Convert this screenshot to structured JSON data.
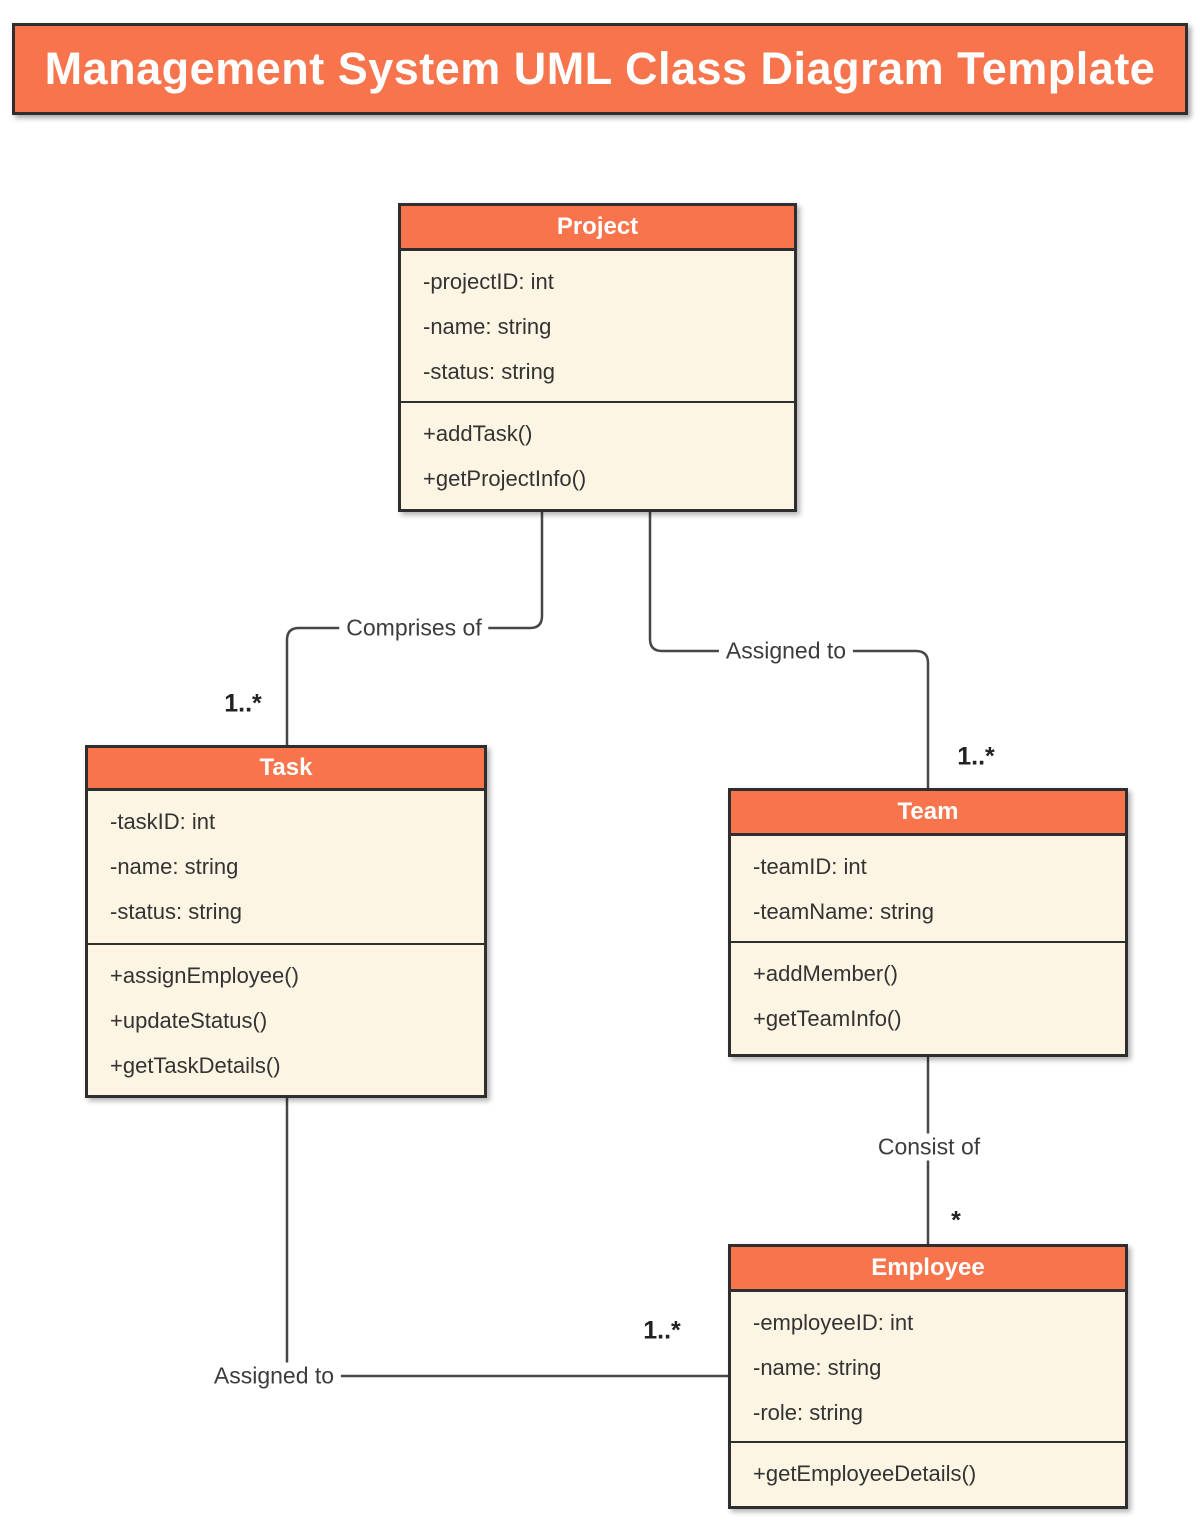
{
  "title": "Management System UML Class Diagram Template",
  "colors": {
    "accent_orange": "#F7744C",
    "class_body_cream": "#FCF5E3",
    "border_dark": "#2E2E2E",
    "connector_gray": "#474747",
    "text_dark": "#333333"
  },
  "classes": {
    "project": {
      "name": "Project",
      "attributes": [
        "-projectID: int",
        "-name: string",
        "-status: string"
      ],
      "methods": [
        "+addTask()",
        "+getProjectInfo()"
      ]
    },
    "task": {
      "name": "Task",
      "attributes": [
        "-taskID: int",
        "-name: string",
        "-status: string"
      ],
      "methods": [
        "+assignEmployee()",
        "+updateStatus()",
        "+getTaskDetails()"
      ]
    },
    "team": {
      "name": "Team",
      "attributes": [
        "-teamID: int",
        "-teamName: string"
      ],
      "methods": [
        "+addMember()",
        "+getTeamInfo()"
      ]
    },
    "employee": {
      "name": "Employee",
      "attributes": [
        "-employeeID: int",
        "-name: string",
        "-role: string"
      ],
      "methods": [
        "+getEmployeeDetails()"
      ]
    }
  },
  "relationships": {
    "project_task": {
      "label": "Comprises of",
      "multiplicity": "1..*"
    },
    "project_team": {
      "label": "Assigned to",
      "multiplicity": "1..*"
    },
    "team_employee": {
      "label": "Consist of",
      "multiplicity": "*"
    },
    "task_employee": {
      "label": "Assigned to",
      "multiplicity": "1..*"
    }
  }
}
